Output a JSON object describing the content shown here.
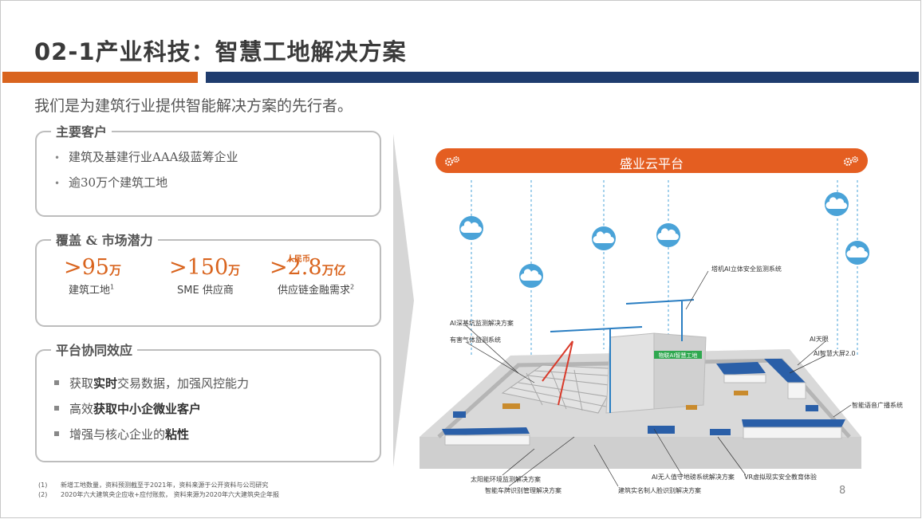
{
  "slide": {
    "title": "02-1产业科技：智慧工地解决方案",
    "subtitle": "我们是为建筑行业提供智能解决方案的先行者。",
    "page_number": "8"
  },
  "customers": {
    "label": "主要客户",
    "items": [
      "建筑及基建行业AAA级蓝筹企业",
      "逾30万个建筑工地"
    ]
  },
  "coverage": {
    "label": "覆盖 & 市场潜力",
    "currency_note": "人民币",
    "metrics": [
      {
        "value": ">95",
        "unit": "万",
        "caption": "建筑工地",
        "sup": "1"
      },
      {
        "value": ">150",
        "unit": "万",
        "caption": "SME 供应商",
        "sup": ""
      },
      {
        "value": ">2.8",
        "unit": "万亿",
        "caption": "供应链金融需求",
        "sup": "2"
      }
    ]
  },
  "synergy": {
    "label": "平台协同效应",
    "items": [
      {
        "pre": "获取",
        "bold": "实时",
        "post": "交易数据，加强风控能力"
      },
      {
        "pre": "高效",
        "bold": "获取中小企微业客户",
        "post": ""
      },
      {
        "pre": "增强与核心企业的",
        "bold": "粘性",
        "post": ""
      }
    ]
  },
  "footnotes": [
    {
      "num": "(1)",
      "text": "新增工地数量，资料预测截至于2021年，资料来源于公开资料与公司研究"
    },
    {
      "num": "(2)",
      "text": "2020年六大建筑央企应收+应付账款， 资料来源为2020年六大建筑央企年报"
    }
  ],
  "diagram": {
    "platform_label": "盛业云平台",
    "center_sign": "物联AI智慧工地",
    "callouts": {
      "tower_crane": "塔机AI立体安全监测系统",
      "deep_pit": "AI深基坑监测解决方案",
      "gas": "有害气体监测系统",
      "ai_eye": "AI天眼",
      "big_screen": "AI智慧大屏2.0",
      "broadcast": "智能语音广播系统",
      "solar_env": "太阳能环境监测解决方案",
      "plate_recog": "智能车牌识别管理解决方案",
      "realname": "建筑实名制人脸识别解决方案",
      "unmanned": "AI无人值守地磅系统解决方案",
      "vr": "VR虚拟现实安全教育体验"
    }
  },
  "colors": {
    "accent_orange": "#d9641e",
    "platform_orange": "#e45e21",
    "navy": "#1f3c6e",
    "cloud_blue": "#4aa3d8"
  }
}
